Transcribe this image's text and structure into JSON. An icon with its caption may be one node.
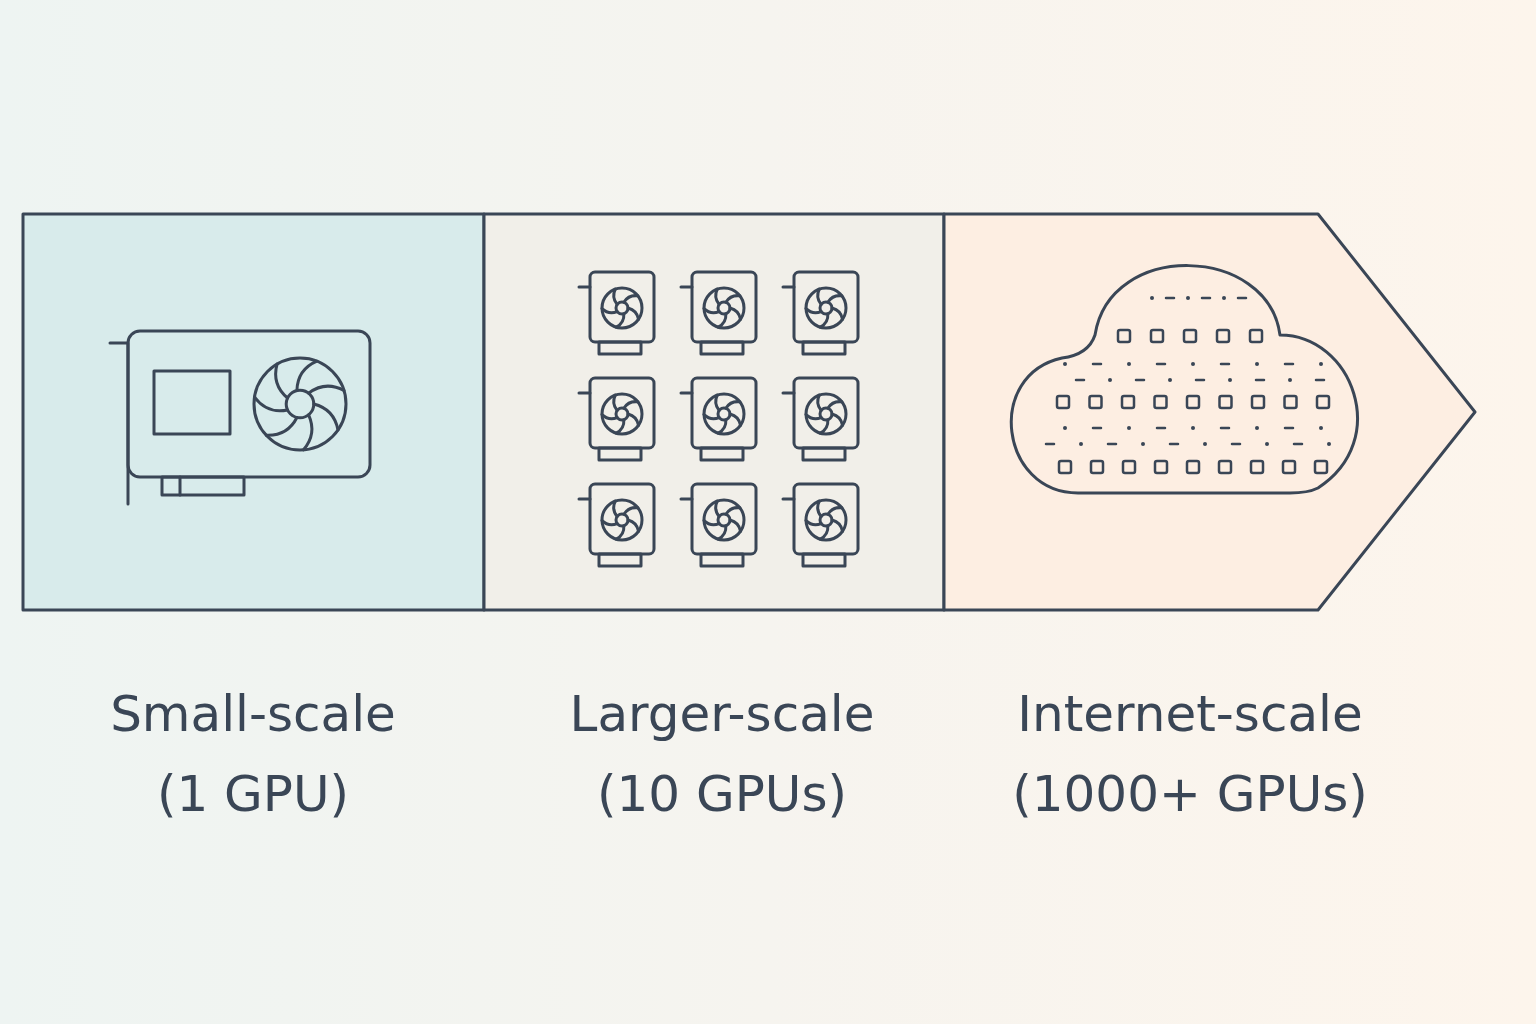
{
  "diagram": {
    "nodes": [
      {
        "text": [
          "Small-scale",
          "(1 GPU)"
        ]
      },
      {
        "text": [
          "Larger-scale",
          "(10 GPUs)"
        ]
      },
      {
        "text": [
          "Internet-scale",
          "(1000+ GPUs)"
        ]
      }
    ]
  }
}
